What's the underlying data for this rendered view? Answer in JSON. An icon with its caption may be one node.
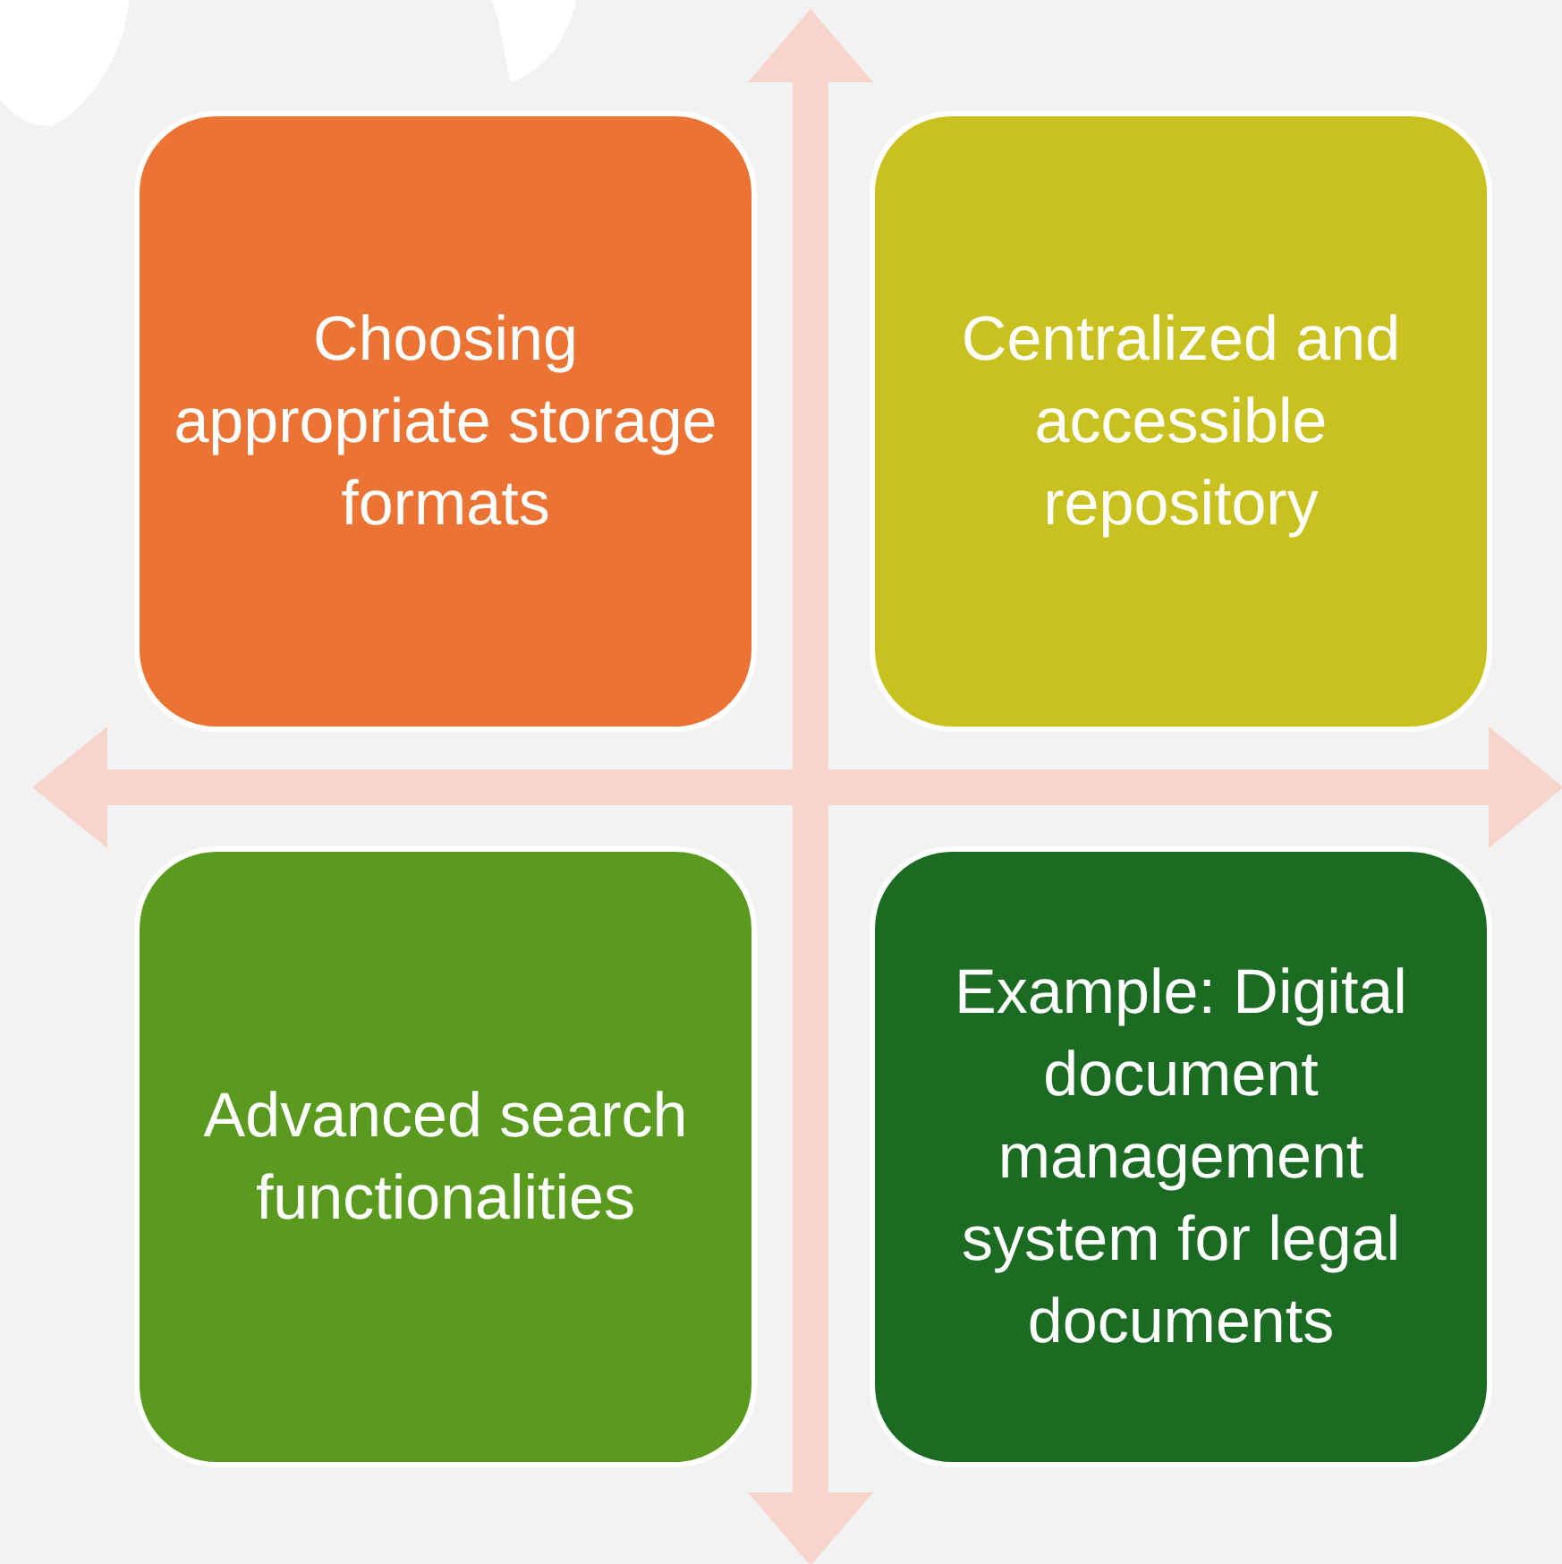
{
  "diagram": {
    "nodes": [
      {
        "text": [
          "Choosing appropriate storage formats"
        ]
      },
      {
        "text": [
          "Centralized and accessible repository"
        ]
      },
      {
        "text": [
          "Advanced search functionalities"
        ]
      },
      {
        "text": [
          "Example: Digital document management system for legal documents"
        ]
      }
    ],
    "edges": []
  }
}
